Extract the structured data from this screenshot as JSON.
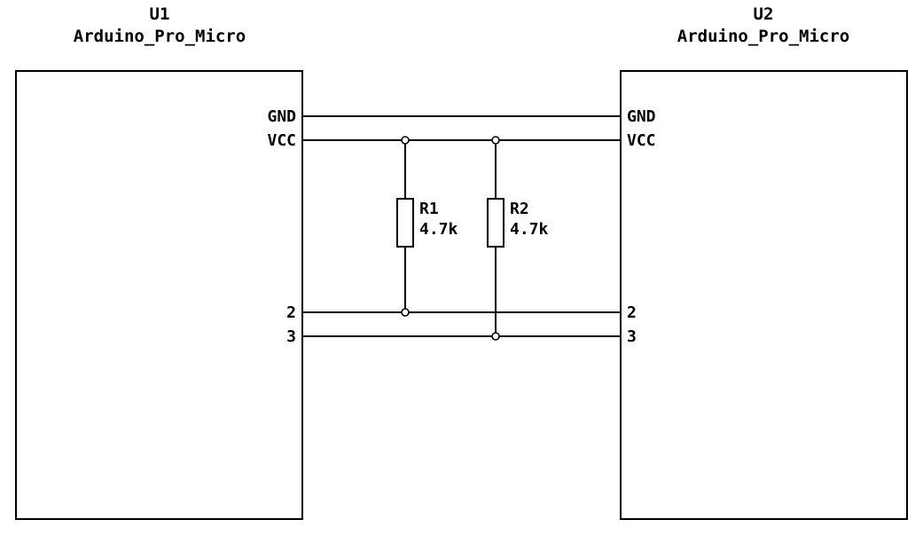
{
  "schematic": {
    "u1": {
      "ref": "U1",
      "name": "Arduino_Pro_Micro",
      "pins": {
        "gnd": "GND",
        "vcc": "VCC",
        "p2": "2",
        "p3": "3"
      }
    },
    "u2": {
      "ref": "U2",
      "name": "Arduino_Pro_Micro",
      "pins": {
        "gnd": "GND",
        "vcc": "VCC",
        "p2": "2",
        "p3": "3"
      }
    },
    "r1": {
      "ref": "R1",
      "value": "4.7k"
    },
    "r2": {
      "ref": "R2",
      "value": "4.7k"
    },
    "colors": {
      "wire": "#000000",
      "background": "#ffffff"
    }
  }
}
